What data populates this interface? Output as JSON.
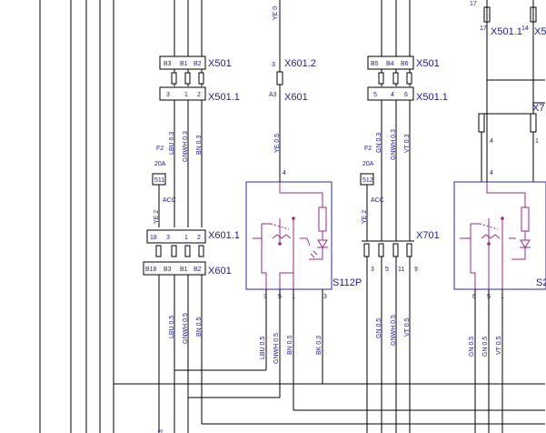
{
  "labels": {
    "x501_left": "X501",
    "x5011_left": "X501.1",
    "x6012": "X601.2",
    "x601_top": "X601",
    "x6011_left": "X601.1",
    "x601_bottom": "X601",
    "s112p": "S112P",
    "x501_right": "X501",
    "x5011_right": "X501.1",
    "x701": "X701",
    "x5011_top": "X501.1",
    "x5_top": "X5",
    "x7_right": "X7",
    "s2_right": "S2",
    "ye_top": "YE 0"
  },
  "pins": {
    "p_b3a": "B3",
    "p_b1a": "B1",
    "p_b2a": "B2",
    "p_3a": "3",
    "p_1a": "1",
    "p_2a": "2",
    "p_3b": "3",
    "p_a3": "A3",
    "p_18": "18",
    "p_3c": "3",
    "p_1c": "1",
    "p_2c": "2",
    "p_b18": "B18",
    "p_b3c": "B3",
    "p_b1c": "B1",
    "p_b2c": "B2",
    "p_4a": "4",
    "p_3d": "3",
    "p_5d": "5",
    "p_1d": "1",
    "p_3e": "3",
    "p_b5": "B5",
    "p_b4": "B4",
    "p_b6": "B6",
    "p_5f": "5",
    "p_4f": "4",
    "p_6f": "6",
    "p_3g": "3",
    "p_5g": "5",
    "p_11": "11",
    "p_9": "9",
    "p_4h": "4",
    "p_6h": "6",
    "p_5h": "5",
    "p_1h": "1",
    "p_4i": "4",
    "p_1i": "1",
    "p_17": "17",
    "p_14": "14"
  },
  "fuses": {
    "f2_left": "F2",
    "amp_left": "20A",
    "box_left": "511",
    "acc_left": "ACC",
    "ye2_left": "YE 2",
    "f2_right": "F2",
    "amp_right": "20A",
    "box_right": "512",
    "acc_right": "ACC",
    "ye2_right": "YE 2"
  },
  "wires": {
    "w_lbu03": "LBU 0.3",
    "w_gnwh03": "GNWH 0.3",
    "w_bn03": "BN 0.3",
    "w_ye05": "YE 0.5",
    "w_lbu05a": "LBU 0.5",
    "w_gnwh05a": "GNWH 0.5",
    "w_bn05a": "BN 0.5",
    "w_lbu05b": "LBU 0.5",
    "w_gnwh05b": "GNWH 0.5",
    "w_bn05b": "BN 0.5",
    "w_bk03": "BK 0.3",
    "w_gn03": "GN 0.3",
    "w_gnwh03r": "GNWH 0.3",
    "w_vt03": "VT 0.3",
    "w_gn05a": "GN 0.5",
    "w_gnwh05r": "GNWH 0.5",
    "w_vt05a": "VT 0.5",
    "w_gn05b": "GN 0.5",
    "w_gn05c": "GN 0.5",
    "w_vt05b": "VT 0.5"
  }
}
